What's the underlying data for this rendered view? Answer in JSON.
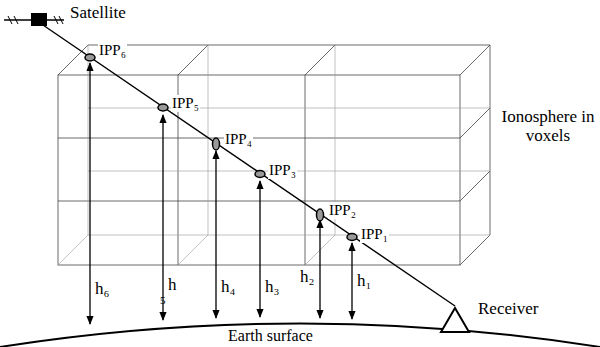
{
  "diagram": {
    "labels": [
      "Satellite",
      "IPP₆",
      "IPP₅",
      "IPP₄",
      "IPP₃",
      "IPP₂",
      "IPP₁",
      "Ionosphere in voxels",
      "h₆",
      "h",
      "5",
      "h₄",
      "h₃",
      "h₂",
      "h₁",
      "Receiver",
      "Earth surface"
    ]
  }
}
